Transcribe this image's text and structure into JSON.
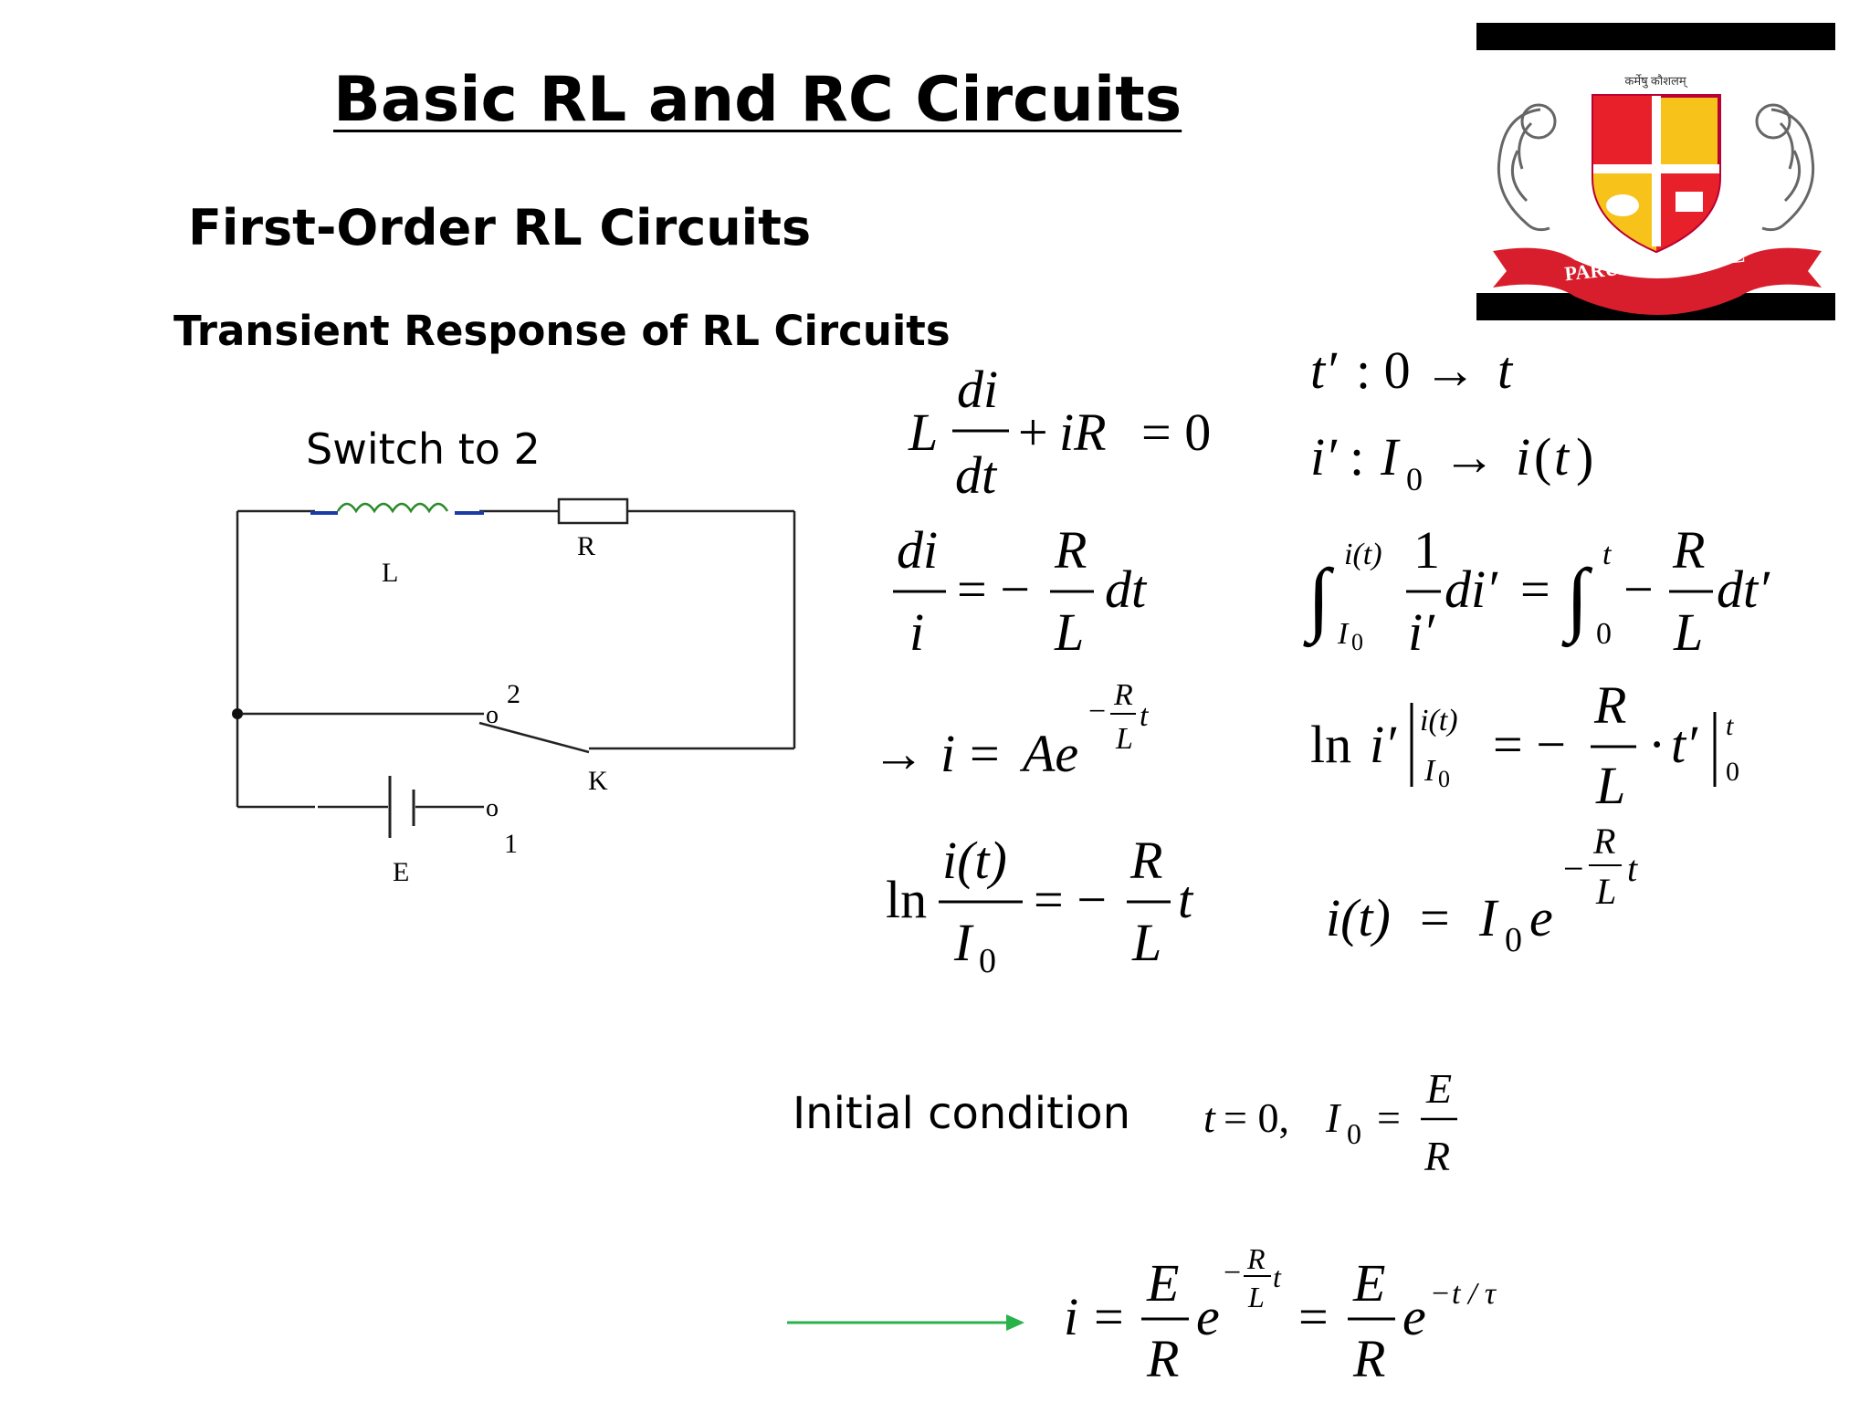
{
  "title": "Basic RL and RC Circuits",
  "subtitle": "First-Order RL Circuits",
  "section": "Transient Response of RL Circuits",
  "circuit": {
    "caption": "Switch to 2",
    "labels": {
      "inductor": "L",
      "resistor": "R",
      "battery": "E",
      "switch": "K",
      "terminal_2": "2",
      "terminal_1": "1"
    }
  },
  "logo": {
    "banner": "PARUL INSTITUTE",
    "motto": "कर्मेषु कौशलम्",
    "colors": {
      "shield_left": "#e8202a",
      "shield_right": "#f7c21a",
      "ribbon": "#d81e2c"
    }
  },
  "equations": {
    "left": [
      "L di/dt + iR = 0",
      "di/i = −(R/L) dt",
      "→ i = Ae^(−(R/L)t)",
      "ln(i(t)/I0) = −(R/L) t"
    ],
    "right": [
      "t′ : 0 → t",
      "i′ : I0 → i(t)",
      "∫_{I0}^{i(t)} (1/i′) di′ = ∫_0^t −(R/L) dt′",
      "ln i′ |_{I0}^{i(t)} = −(R/L) · t′ |_0^t",
      "i(t) = I0 e^(−(R/L)t)"
    ]
  },
  "initial_condition": {
    "label": "Initial condition",
    "equation": "t = 0,  I0 = E/R"
  },
  "final": {
    "equation": "i = (E/R) e^(−(R/L)t) = (E/R) e^(−t/τ)",
    "arrow_color": "#2ab24a"
  }
}
